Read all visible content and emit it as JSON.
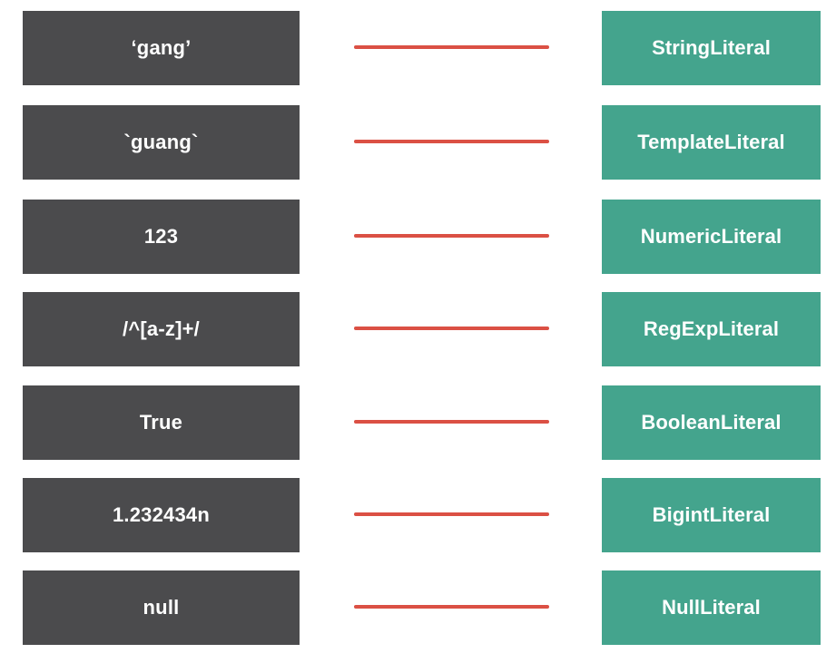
{
  "mappings": [
    {
      "literal": "‘gang’",
      "node_type": "StringLiteral"
    },
    {
      "literal": "`guang`",
      "node_type": "TemplateLiteral"
    },
    {
      "literal": "123",
      "node_type": "NumericLiteral"
    },
    {
      "literal": "/^[a-z]+/",
      "node_type": "RegExpLiteral"
    },
    {
      "literal": "True",
      "node_type": "BooleanLiteral"
    },
    {
      "literal": "1.232434n",
      "node_type": "BigintLiteral"
    },
    {
      "literal": "null",
      "node_type": "NullLiteral"
    }
  ],
  "colors": {
    "left_box": "#4b4b4d",
    "right_box": "#44a48d",
    "connector": "#d9473a"
  }
}
